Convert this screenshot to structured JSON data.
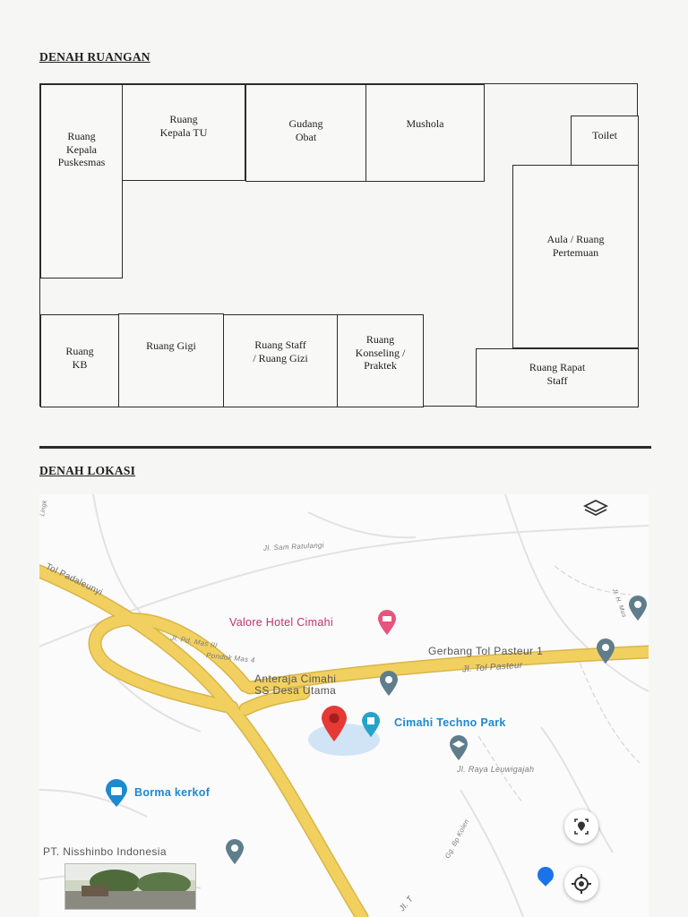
{
  "floor_plan": {
    "title": "DENAH RUANGAN",
    "rooms": {
      "kepala_puskesmas": "Ruang\nKepala\nPuskesmas",
      "kepala_tu": "Ruang\nKepala TU",
      "gudang_obat": "Gudang\nObat",
      "mushola": "Mushola",
      "toilet": "Toilet",
      "aula": "Aula / Ruang\nPertemuan",
      "kb": "Ruang\nKB",
      "gigi": "Ruang Gigi",
      "staff_gizi": "Ruang Staff\n/ Ruang Gizi",
      "konseling": "Ruang\nKonseling /\nPraktek",
      "rapat_staff": "Ruang Rapat\nStaff"
    }
  },
  "location": {
    "title": "DENAH LOKASI",
    "map": {
      "streets": {
        "sam_ratulangi": "Jl. Sam Ratulangi",
        "tol_padaleunyi": "Tol Padaleunyi",
        "pd_mas": "Jl. Pd. Mas III",
        "pondok_mas": "Pondok Mas 4",
        "tol_pasteur": "Jl. Tol Pasteur",
        "raya_leuwigajah": "Jl. Raya Leuwigajah",
        "bp_kolen": "Gg. Bp Kolen",
        "h_mus": "Jl. H. Mus",
        "jl_t": "Jl. T",
        "lingk": "Lingk"
      },
      "places": {
        "valore": "Valore Hotel Cimahi",
        "gerbang_tol": "Gerbang Tol Pasteur 1",
        "anteraja_line1": "Anteraja Cimahi",
        "anteraja_line2": "SS Desa Utama",
        "techno_park": "Cimahi Techno Park",
        "borma": "Borma kerkof",
        "nisshinbo": "PT. Nisshinbo Indonesia"
      },
      "icons": [
        "layers-icon",
        "location-pin-icon",
        "hotel-icon",
        "school-icon",
        "shopping-bag-icon",
        "map-marker-icon",
        "locate-icon",
        "my-location-icon"
      ],
      "colors": {
        "highway": "#f2d060",
        "highway_edge": "#d8b548",
        "pin_red": "#e53935",
        "pin_gray": "#607d8b",
        "pin_pink": "#e75480",
        "accent_blue": "#1a73e8"
      }
    }
  }
}
